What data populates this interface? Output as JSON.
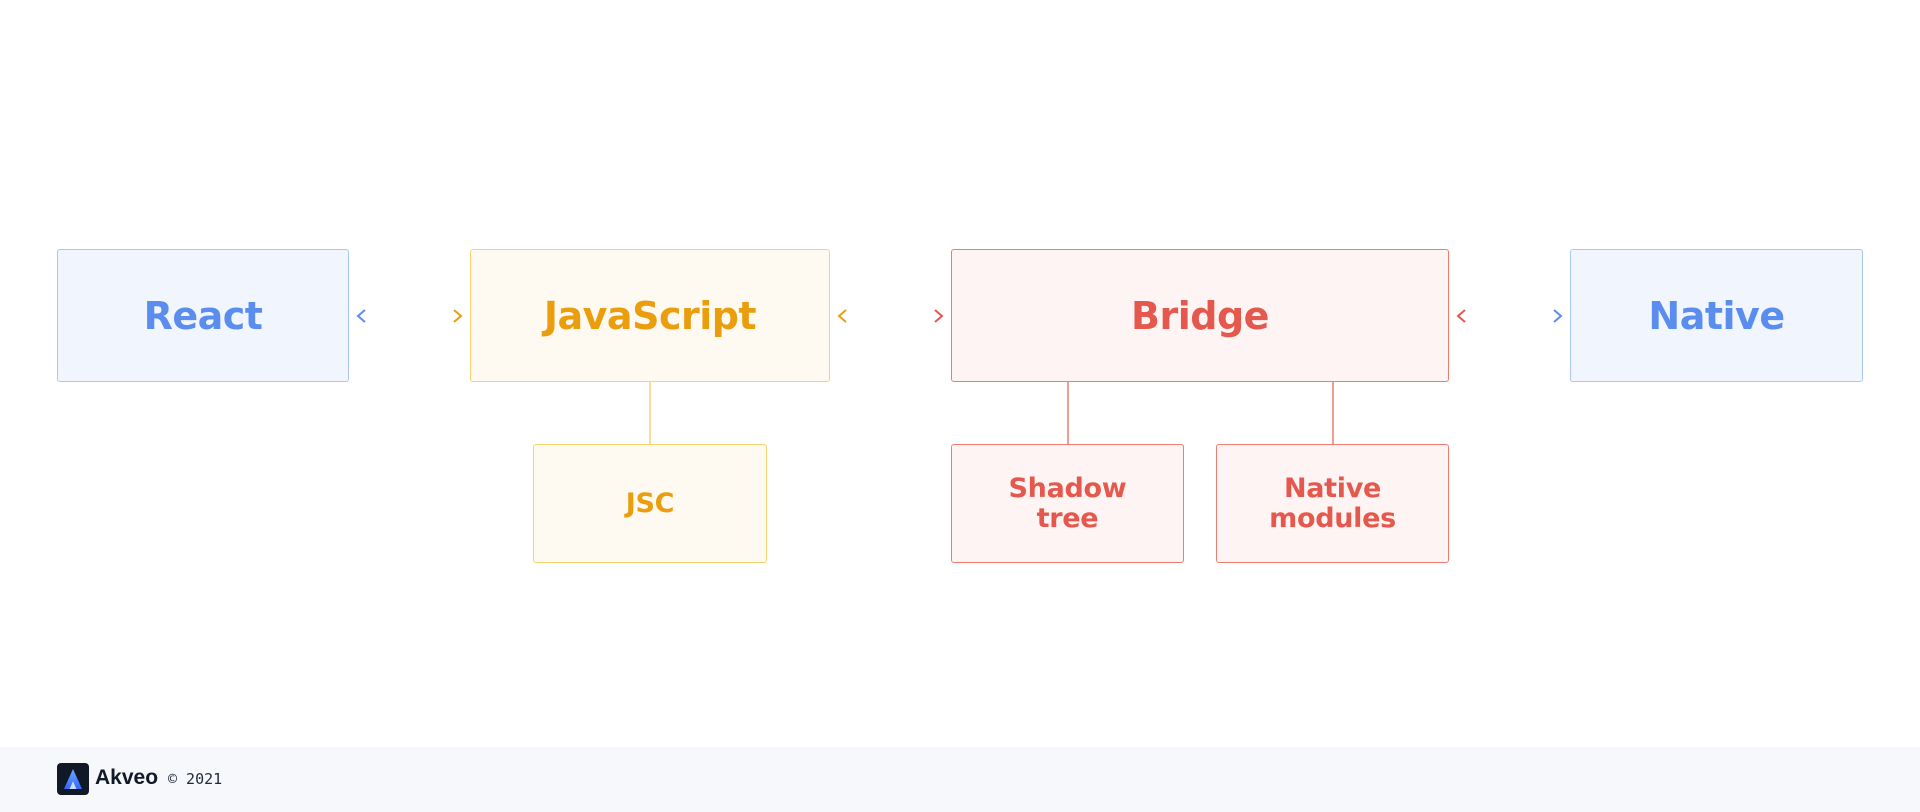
{
  "diagram": {
    "nodes": {
      "react": {
        "label": "React"
      },
      "javascript": {
        "label": "JavaScript"
      },
      "bridge": {
        "label": "Bridge"
      },
      "native": {
        "label": "Native"
      },
      "jsc": {
        "label": "JSC"
      },
      "shadow_tree": {
        "label": "Shadow\ntree"
      },
      "native_modules": {
        "label": "Native\nmodules"
      }
    },
    "edges": [
      {
        "from": "react",
        "to": "javascript",
        "type": "bidirectional-arrow"
      },
      {
        "from": "javascript",
        "to": "bridge",
        "type": "bidirectional-arrow"
      },
      {
        "from": "bridge",
        "to": "native",
        "type": "bidirectional-arrow"
      },
      {
        "from": "javascript",
        "to": "jsc",
        "type": "line"
      },
      {
        "from": "bridge",
        "to": "shadow_tree",
        "type": "line"
      },
      {
        "from": "bridge",
        "to": "native_modules",
        "type": "line"
      }
    ],
    "colors": {
      "blue": "#5b8def",
      "yellow": "#ea9d0d",
      "red": "#e5584d"
    }
  },
  "footer": {
    "brand": "Akveo",
    "copyright": "© 2021",
    "logo_icon": "akveo-logo-icon"
  }
}
